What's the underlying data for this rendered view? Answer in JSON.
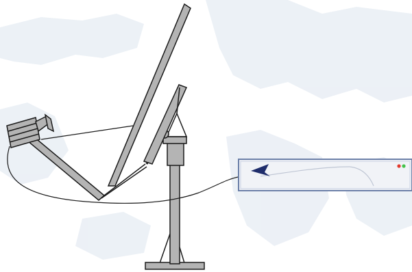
{
  "scene": {
    "background": "faint-world-map",
    "components": [
      "satellite-dish",
      "feed-horn-lnb",
      "mount-pole",
      "coaxial-cable",
      "receiver-unit"
    ]
  },
  "colors": {
    "background": "#ffffff",
    "map_land": "#e9eef5",
    "metal_fill": "#b4b4b4",
    "metal_stroke": "#1a1a1a",
    "receiver_face": "#f1f3f7",
    "receiver_border": "#6b7fa8",
    "receiver_arrow": "#1f2d6b",
    "led_red": "#e23a2e",
    "led_green": "#44c24a"
  },
  "receiver": {
    "leds": [
      {
        "name": "led-red",
        "color": "#e23a2e"
      },
      {
        "name": "led-green",
        "color": "#44c24a"
      }
    ]
  }
}
